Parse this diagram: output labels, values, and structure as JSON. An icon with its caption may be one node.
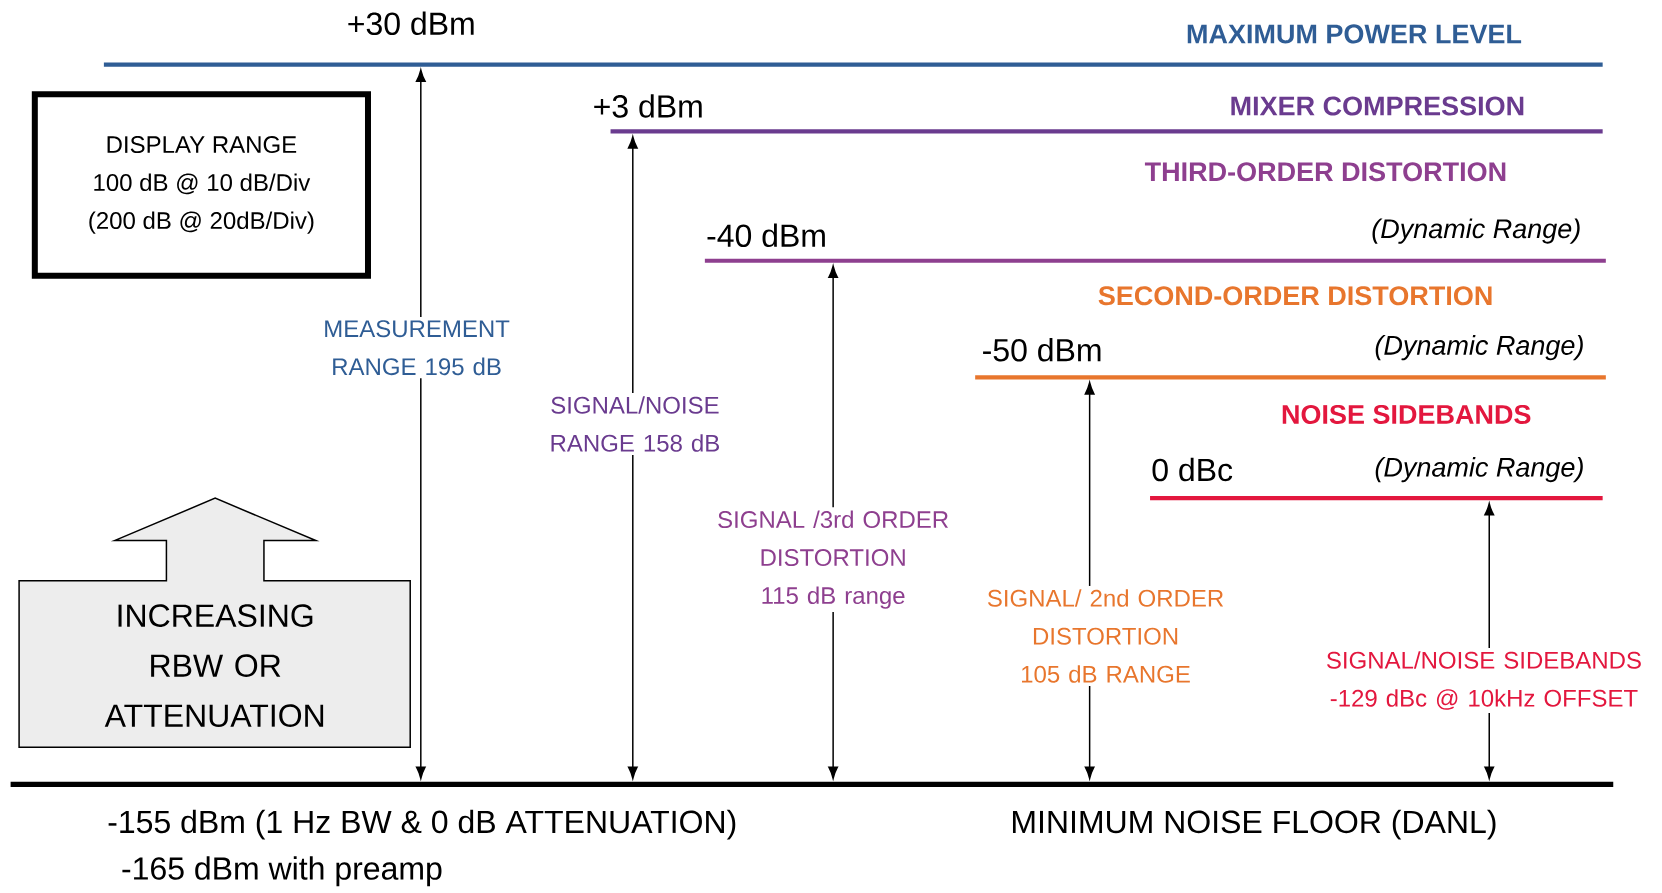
{
  "diagram": {
    "nodes": [
      {
        "text": [
          "+30 dBm",
          "MAXIMUM POWER LEVEL"
        ]
      },
      {
        "text": [
          "+3 dBm",
          "MIXER COMPRESSION"
        ]
      },
      {
        "text": [
          "THIRD-ORDER DISTORTION",
          "-40 dBm",
          "(Dynamic Range)"
        ]
      },
      {
        "text": [
          "SECOND-ORDER DISTORTION",
          "-50 dBm",
          "(Dynamic Range)"
        ]
      },
      {
        "text": [
          "NOISE SIDEBANDS",
          "0 dBc",
          "(Dynamic Range)"
        ]
      },
      {
        "text": [
          "-155 dBm (1 Hz BW & 0 dB ATTENUATION)",
          "-165 dBm with preamp",
          "MINIMUM NOISE FLOOR (DANL)"
        ]
      },
      {
        "text": [
          "DISPLAY RANGE",
          "100 dB @ 10 dB/Div",
          "(200 dB @ 20dB/Div)"
        ]
      },
      {
        "text": [
          "INCREASING RBW OR ATTENUATION"
        ]
      }
    ],
    "edges": [
      {
        "from": 5,
        "to": 0,
        "arrow": "both",
        "label": "MEASUREMENT RANGE 195 dB"
      },
      {
        "from": 5,
        "to": 1,
        "arrow": "both",
        "label": "SIGNAL/NOISE RANGE 158 dB"
      },
      {
        "from": 5,
        "to": 2,
        "arrow": "both",
        "label": "SIGNAL /3rd ORDER DISTORTION 115 dB range"
      },
      {
        "from": 5,
        "to": 3,
        "arrow": "both",
        "label": "SIGNAL/ 2nd ORDER DISTORTION 105 dB RANGE"
      },
      {
        "from": 5,
        "to": 4,
        "arrow": "both",
        "label": "SIGNAL/NOISE SIDEBANDS -129 dBc @ 10kHz OFFSET"
      }
    ]
  }
}
